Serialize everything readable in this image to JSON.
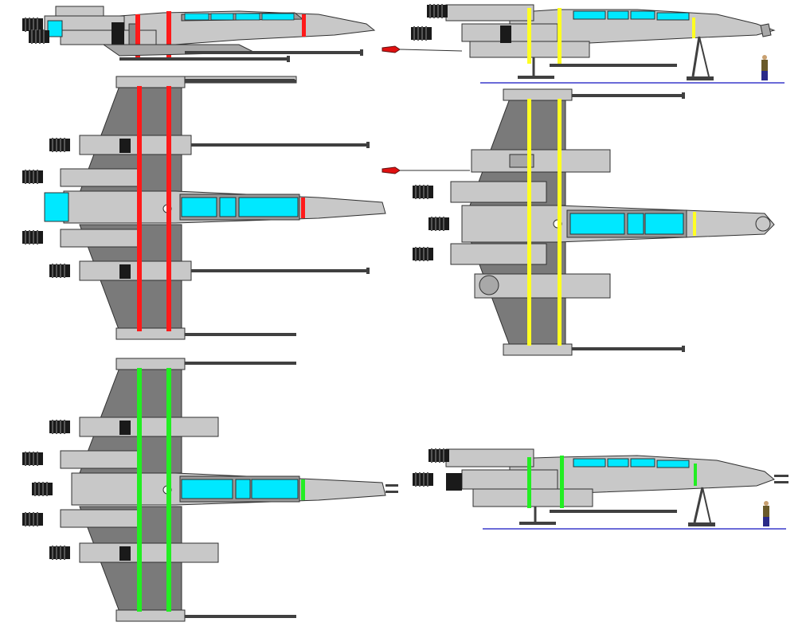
{
  "sheet": {
    "background": "#ffffff",
    "ground_line_color": "#3a3acc"
  },
  "palette": {
    "hull": "#c8c8c8",
    "hull_dark": "#a8a8a8",
    "wing_dark": "#7a7a7a",
    "outline": "#303030",
    "canopy": "#00e8ff",
    "engine_intake": "#1a1a1a",
    "torpedo": "#e01010",
    "pilot_body": "#6a5a2a",
    "pilot_legs": "#2a2a88"
  },
  "variants": [
    {
      "id": "red",
      "stripe_color": "#ff1a1a"
    },
    {
      "id": "yellow",
      "stripe_color": "#ffff22"
    },
    {
      "id": "green",
      "stripe_color": "#22ee22"
    }
  ],
  "views": [
    {
      "id": "side-red",
      "kind": "side",
      "variant": "red",
      "gear": false
    },
    {
      "id": "side-yellow",
      "kind": "side",
      "variant": "yellow",
      "gear": true
    },
    {
      "id": "top-red",
      "kind": "top",
      "variant": "red"
    },
    {
      "id": "bottom-yellow",
      "kind": "bottom",
      "variant": "yellow"
    },
    {
      "id": "top-green",
      "kind": "top",
      "variant": "green"
    },
    {
      "id": "side-green",
      "kind": "side",
      "variant": "green",
      "gear": true
    }
  ],
  "icons": {
    "torpedo": "torpedo-icon",
    "pilot": "pilot-figure-icon",
    "engine": "engine-nozzle-icon",
    "cannon": "laser-cannon-icon"
  }
}
